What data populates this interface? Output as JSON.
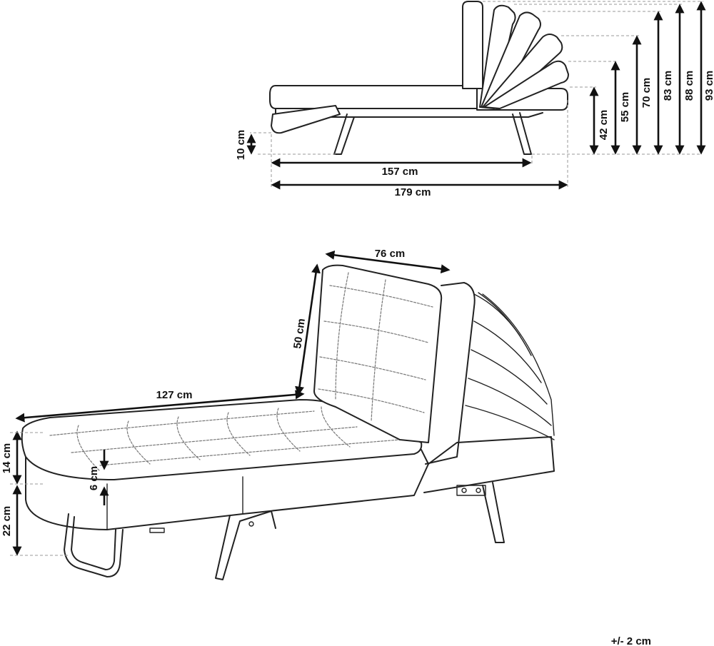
{
  "side_view": {
    "height_labels": [
      "10 cm",
      "42 cm",
      "55 cm",
      "70 cm",
      "83 cm",
      "88 cm",
      "93 cm"
    ],
    "length_labels": [
      "157 cm",
      "179 cm"
    ]
  },
  "perspective_view": {
    "labels": [
      "76 cm",
      "50 cm",
      "127 cm",
      "14 cm",
      "6 cm",
      "22 cm"
    ]
  },
  "tolerance": "+/- 2 cm"
}
